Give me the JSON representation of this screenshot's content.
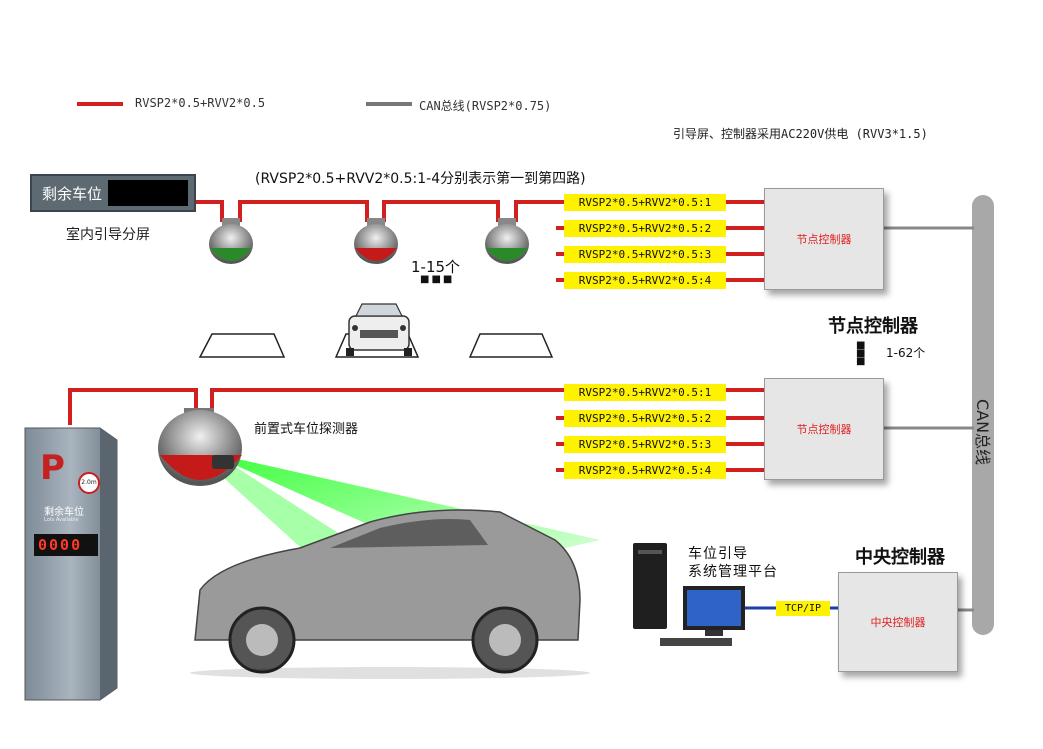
{
  "legend": {
    "red_line_label": "RVSP2*0.5+RVV2*0.5",
    "gray_line_label": "CAN总线(RVSP2*0.75)",
    "power_note": "引导屏、控制器采用AC220V供电 (RVV3*1.5)"
  },
  "indoor_display": {
    "label": "剩余车位",
    "caption": "室内引导分屏"
  },
  "route_note": "(RVSP2*0.5+RVV2*0.5:1-4分别表示第一到第四路)",
  "count_1_15": "1-15个",
  "ellipsis_dots": "■■■",
  "route_labels_top": [
    "RVSP2*0.5+RVV2*0.5:1",
    "RVSP2*0.5+RVV2*0.5:2",
    "RVSP2*0.5+RVV2*0.5:3",
    "RVSP2*0.5+RVV2*0.5:4"
  ],
  "route_labels_bottom": [
    "RVSP2*0.5+RVV2*0.5:1",
    "RVSP2*0.5+RVV2*0.5:2",
    "RVSP2*0.5+RVV2*0.5:3",
    "RVSP2*0.5+RVV2*0.5:4"
  ],
  "node_controller_box": "节点控制器",
  "node_controller_title": "节点控制器",
  "count_1_62": "1-62个",
  "can_bus_label": "CAN总线",
  "front_detector_label": "前置式车位探测器",
  "outdoor_screen": {
    "letter": "P",
    "badge": "2.0m",
    "cn_label": "剩余车位",
    "en_label": "Lots Available",
    "digits": "0000"
  },
  "platform_label": [
    "车位引导",
    "系统管理平台"
  ],
  "tcp_label": "TCP/IP",
  "central_controller_title": "中央控制器",
  "central_controller_box": "中央控制器",
  "colors": {
    "wire_red": "#d21f1f",
    "bus_gray": "#8c8c8c",
    "label_yellow": "#fff200",
    "box_text_red": "#e02020"
  }
}
